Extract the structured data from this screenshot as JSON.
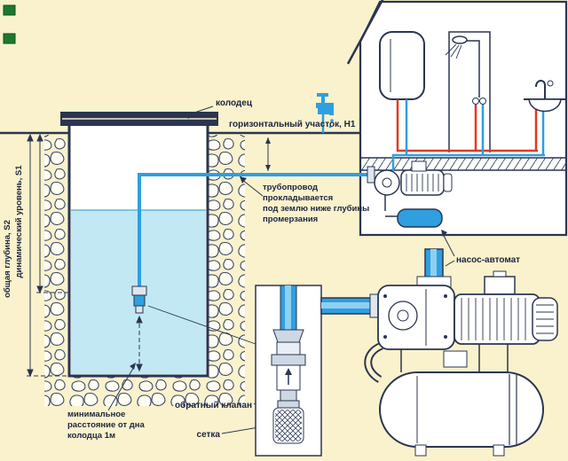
{
  "diagram": {
    "type": "well-water-supply-scheme",
    "labels": {
      "well": "колодец",
      "horizontal_run": "горизонтальный участок, Н1",
      "pipeline_note": {
        "line1": "трубопровод",
        "line2": "прокладывается",
        "line3": "под землю ниже глубины",
        "line4": "промерзания"
      },
      "pump_auto": "насос-автомат",
      "check_valve": "обратный клапан",
      "mesh": "сетка",
      "min_distance": {
        "line1": "минимальное",
        "line2": "расстояние от дна",
        "line3": "колодца 1м"
      },
      "depth_total": "общая глубина, S2",
      "dynamic_level": "динамический уровень, S1"
    },
    "colors": {
      "background": "#FAF2CC",
      "outline": "#2A3550",
      "text": "#1C2440",
      "cold_pipe": "#2F9FE0",
      "cold_pipe_light": "#8ED0EF",
      "hot_pipe": "#E03A1E",
      "water": "#C2E8F4",
      "fitting": "#DFE6EE",
      "inset_background": "#FFFFFF",
      "green_tag": "#1C7A2C"
    }
  }
}
